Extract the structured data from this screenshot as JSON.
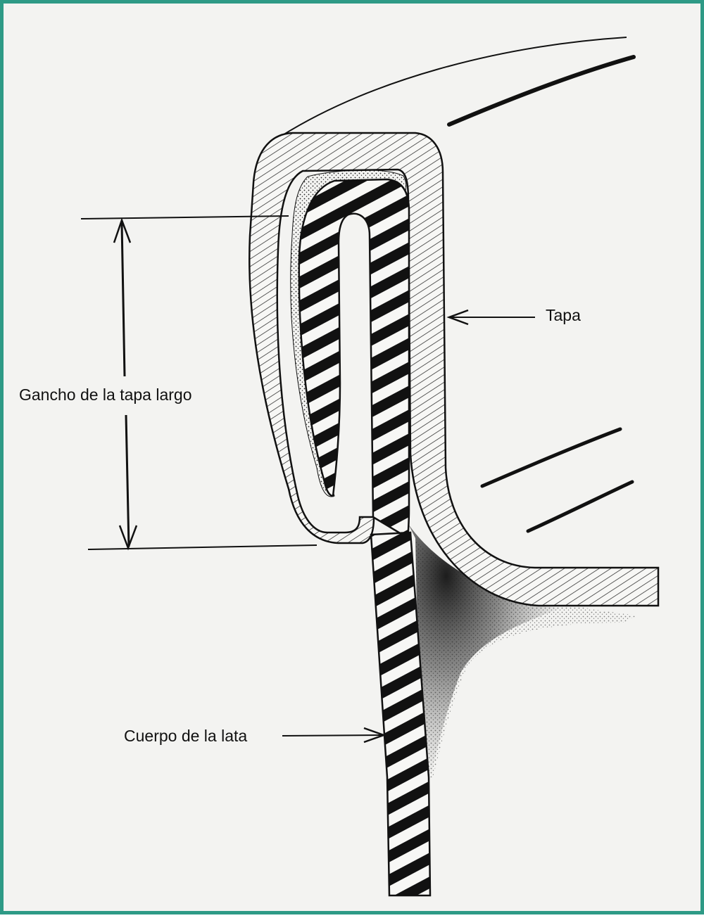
{
  "labels": {
    "lid": "Tapa",
    "hook": "Gancho de la tapa largo",
    "body": "Cuerpo de la lata"
  },
  "colors": {
    "frame": "#2e9a86",
    "background": "#f3f3f1",
    "ink": "#111111"
  }
}
